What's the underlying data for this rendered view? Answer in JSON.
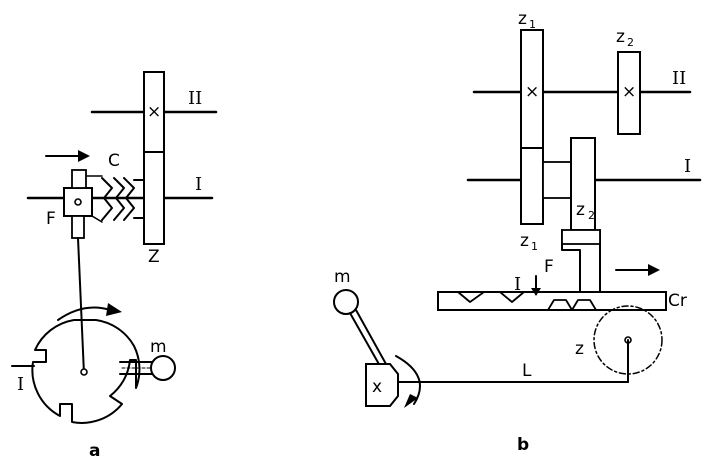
{
  "figure_a": {
    "shaft_upper": "II",
    "shaft_lower": "I",
    "clutch": "C",
    "fork": "F",
    "gear": "Z",
    "mass": "m",
    "lever_shaft": "I",
    "caption": "a"
  },
  "figure_b": {
    "gear1_top_main": "z",
    "gear1_top_sub": "1",
    "gear2_top_main": "z",
    "gear2_top_sub": "2",
    "shaft_upper": "II",
    "shaft_lower": "I",
    "gear2_side_main": "z",
    "gear2_side_sub": "2",
    "gear1_bottom_main": "z",
    "gear1_bottom_sub": "1",
    "fork": "F",
    "rack_index": "I",
    "rack": "Cr",
    "pinion": "z",
    "mass": "m",
    "lever_cross": "x",
    "link": "L",
    "caption": "b"
  }
}
